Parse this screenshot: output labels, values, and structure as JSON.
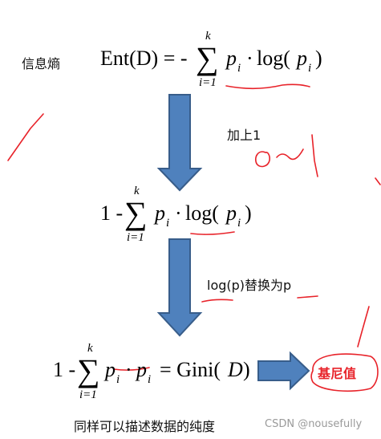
{
  "labels": {
    "entropy": "信息熵",
    "add_one": "加上1",
    "replace": "log(p)替换为p",
    "gini_tag": "基尼值",
    "caption": "同样可以描述数据的纯度",
    "watermark": "CSDN @nousefully"
  },
  "formula1": {
    "lhs": "Ent(D) = -",
    "upper": "k",
    "lower": "i=1",
    "p": "p",
    "sub": "i",
    "dot": "·",
    "log_open": "log(",
    "close": ")"
  },
  "formula2": {
    "lead": "1 -",
    "upper": "k",
    "lower": "i=1",
    "p": "p",
    "sub": "i",
    "dot": "·",
    "log_open": "log(",
    "close": ")"
  },
  "formula3": {
    "lead": "1 -",
    "upper": "k",
    "lower": "i=1",
    "p": "p",
    "sub": "i",
    "dot": "·",
    "eq": "= Gini(",
    "d": "D",
    "close": ")"
  },
  "colors": {
    "arrow_fill": "#4f81bd",
    "arrow_stroke": "#385d8a",
    "ink": "#e8232a"
  }
}
